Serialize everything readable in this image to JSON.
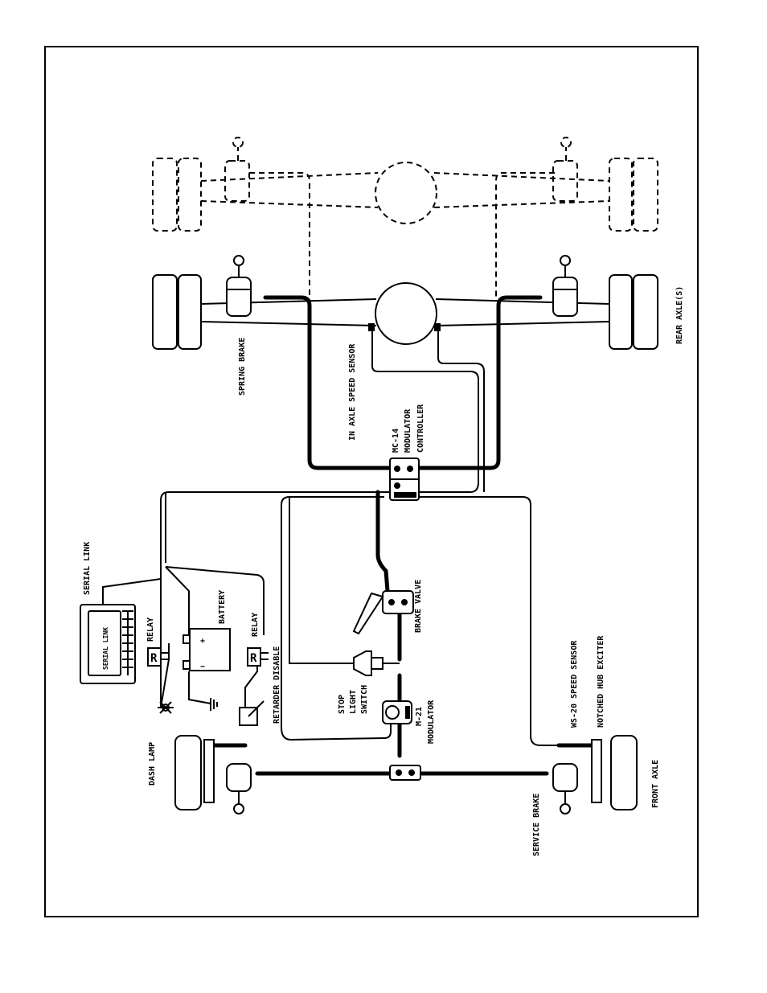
{
  "labels": {
    "rear_axle": "REAR AXLE(S)",
    "spring_brake": "SPRING BRAKE",
    "in_axle_speed_sensor": "IN AXLE SPEED SENSOR",
    "mc14": "MC-14",
    "modulator": "MODULATOR",
    "controller": "CONTROLLER",
    "serial_link": "SERIAL LINK",
    "serial_link_box": "SERIAL LINK",
    "relay": "RELAY",
    "relay_box": "R",
    "battery": "BATTERY",
    "battery_plus": "+",
    "battery_minus": "−",
    "brake_valve": "BRAKE VALVE",
    "stop_light_switch_1": "STOP",
    "stop_light_switch_2": "LIGHT",
    "stop_light_switch_3": "SWITCH",
    "m21": "M-21",
    "m21_modulator": "MODULATOR",
    "retarder_disable": "RETARDER DISABLE",
    "dash_lamp": "DASH LAMP",
    "ws20_speed_sensor": "WS-20 SPEED SENSOR",
    "notched_hub_exciter": "NOTCHED HUB EXCITER",
    "service_brake": "SERVICE BRAKE",
    "front_axle": "FRONT AXLE"
  }
}
